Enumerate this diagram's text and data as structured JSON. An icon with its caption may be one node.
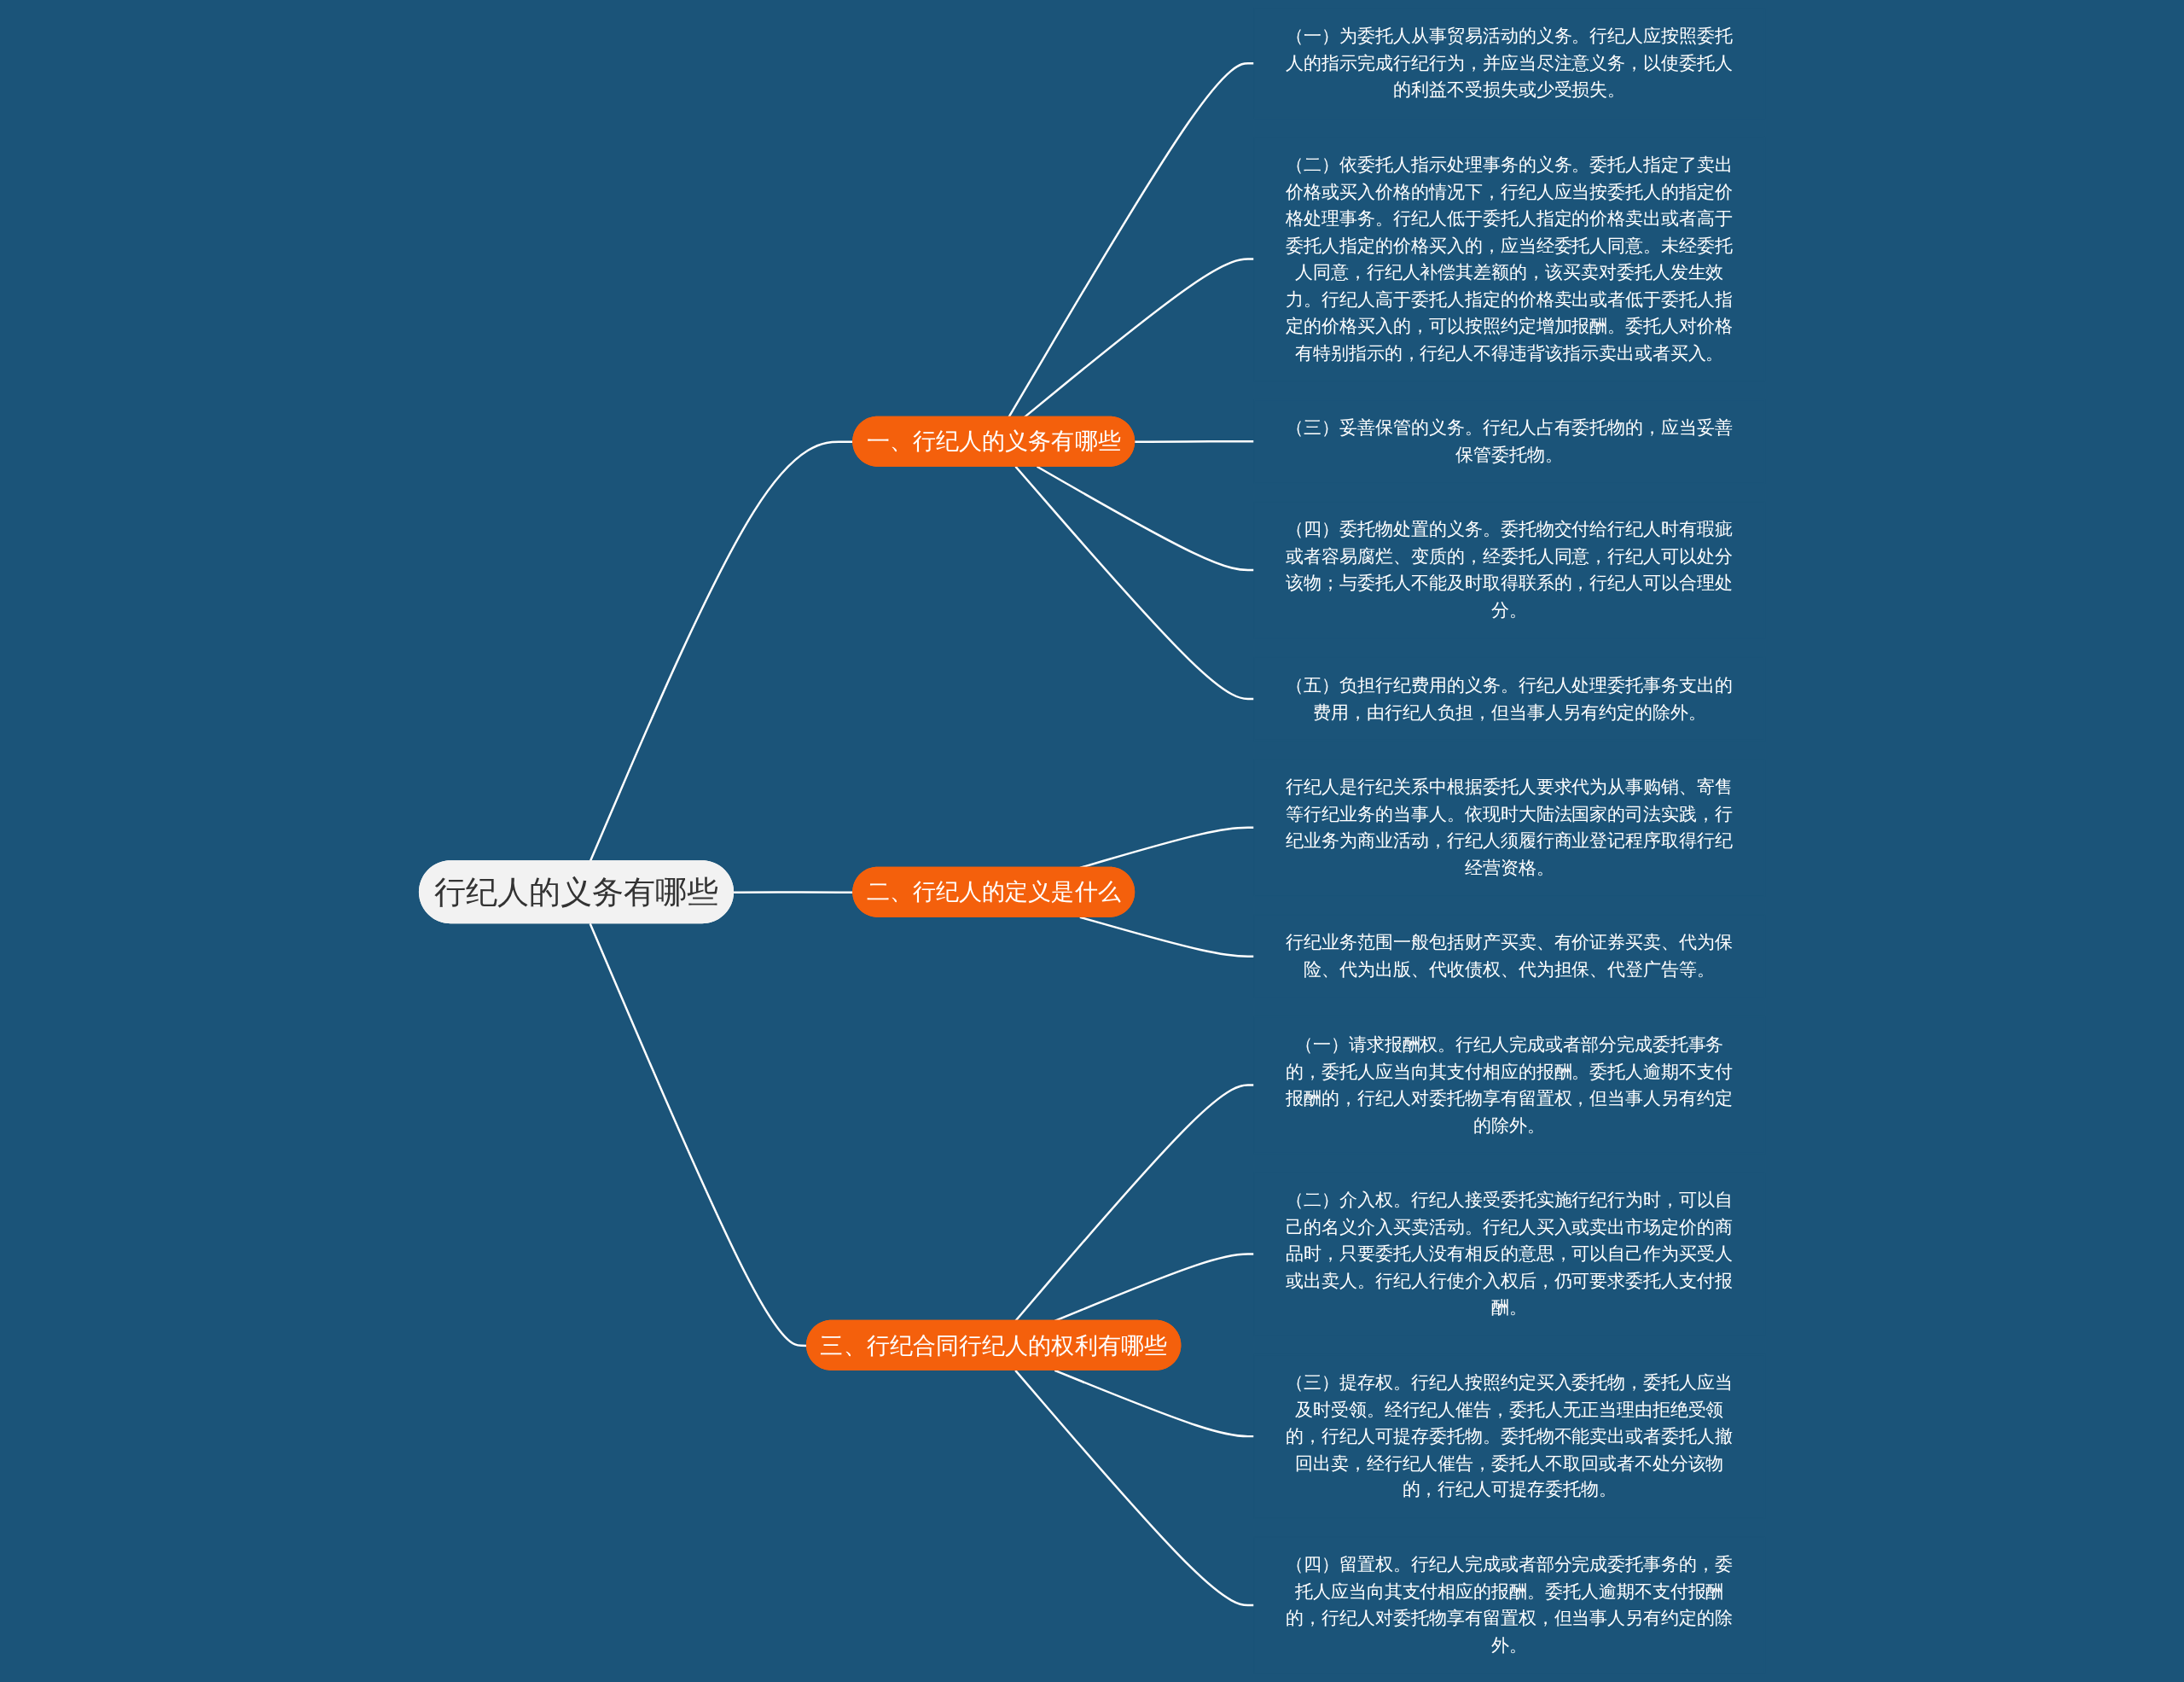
{
  "diagram": {
    "nodes": [
      {
        "text": [
          "行纪人的义务有哪些"
        ]
      },
      {
        "text": [
          "一、行纪人的义务有哪些"
        ]
      },
      {
        "text": [
          "（一）为委托人从事贸易活动的义务。行纪人应按照委托人的指示完成行纪行为，并应当尽注意义务，以使委托人的利益不受损失或少受损失。"
        ]
      },
      {
        "text": [
          "（二）依委托人指示处理事务的义务。委托人指定了卖出价格或买入价格的情况下，行纪人应当按委托人的指定价格处理事务。行纪人低于委托人指定的价格卖出或者高于委托人指定的价格买入的，应当经委托人同意。未经委托人同意，行纪人补偿其差额的，该买卖对委托人发生效力。行纪人高于委托人指定的价格卖出或者低于委托人指定的价格买入的，可以按照约定增加报酬。委托人对价格有特别指示的，行纪人不得违背该指示卖出或者买入。"
        ]
      },
      {
        "text": [
          "（三）妥善保管的义务。行纪人占有委托物的，应当妥善保管委托物。"
        ]
      },
      {
        "text": [
          "（四）委托物处置的义务。委托物交付给行纪人时有瑕疵或者容易腐烂、变质的，经委托人同意，行纪人可以处分该物；与委托人不能及时取得联系的，行纪人可以合理处分。"
        ]
      },
      {
        "text": [
          "（五）负担行纪费用的义务。行纪人处理委托事务支出的费用，由行纪人负担，但当事人另有约定的除外。"
        ]
      },
      {
        "text": [
          "二、行纪人的定义是什么"
        ]
      },
      {
        "text": [
          "行纪人是行纪关系中根据委托人要求代为从事购销、寄售等行纪业务的当事人。依现时大陆法国家的司法实践，行纪业务为商业活动，行纪人须履行商业登记程序取得行纪经营资格。"
        ]
      },
      {
        "text": [
          "行纪业务范围一般包括财产买卖、有价证券买卖、代为保险、代为出版、代收债权、代为担保、代登广告等。"
        ]
      },
      {
        "text": [
          "三、行纪合同行纪人的权利有哪些"
        ]
      },
      {
        "text": [
          "（一）请求报酬权。行纪人完成或者部分完成委托事务的，委托人应当向其支付相应的报酬。委托人逾期不支付报酬的，行纪人对委托物享有留置权，但当事人另有约定的除外。"
        ]
      },
      {
        "text": [
          "（二）介入权。行纪人接受委托实施行纪行为时，可以自己的名义介入买卖活动。行纪人买入或卖出市场定价的商品时，只要委托人没有相反的意思，可以自己作为买受人或出卖人。行纪人行使介入权后，仍可要求委托人支付报酬。"
        ]
      },
      {
        "text": [
          "（三）提存权。行纪人按照约定买入委托物，委托人应当及时受领。经行纪人催告，委托人无正当理由拒绝受领的，行纪人可提存委托物。委托物不能卖出或者委托人撤回出卖，经行纪人催告，委托人不取回或者不处分该物的，行纪人可提存委托物。"
        ]
      },
      {
        "text": [
          "（四）留置权。行纪人完成或者部分完成委托事务的，委托人应当向其支付相应的报酬。委托人逾期不支付报酬的，行纪人对委托物享有留置权，但当事人另有约定的除外。"
        ]
      }
    ],
    "edges": [
      {
        "from": 0,
        "to": 1,
        "arrow": "none"
      },
      {
        "from": 1,
        "to": 2,
        "arrow": "none"
      },
      {
        "from": 1,
        "to": 3,
        "arrow": "none"
      },
      {
        "from": 1,
        "to": 4,
        "arrow": "none"
      },
      {
        "from": 1,
        "to": 5,
        "arrow": "none"
      },
      {
        "from": 1,
        "to": 6,
        "arrow": "none"
      },
      {
        "from": 0,
        "to": 7,
        "arrow": "none"
      },
      {
        "from": 7,
        "to": 8,
        "arrow": "none"
      },
      {
        "from": 7,
        "to": 9,
        "arrow": "none"
      },
      {
        "from": 0,
        "to": 10,
        "arrow": "none"
      },
      {
        "from": 10,
        "to": 11,
        "arrow": "none"
      },
      {
        "from": 10,
        "to": 12,
        "arrow": "none"
      },
      {
        "from": 10,
        "to": 13,
        "arrow": "none"
      },
      {
        "from": 10,
        "to": 14,
        "arrow": "none"
      }
    ]
  }
}
